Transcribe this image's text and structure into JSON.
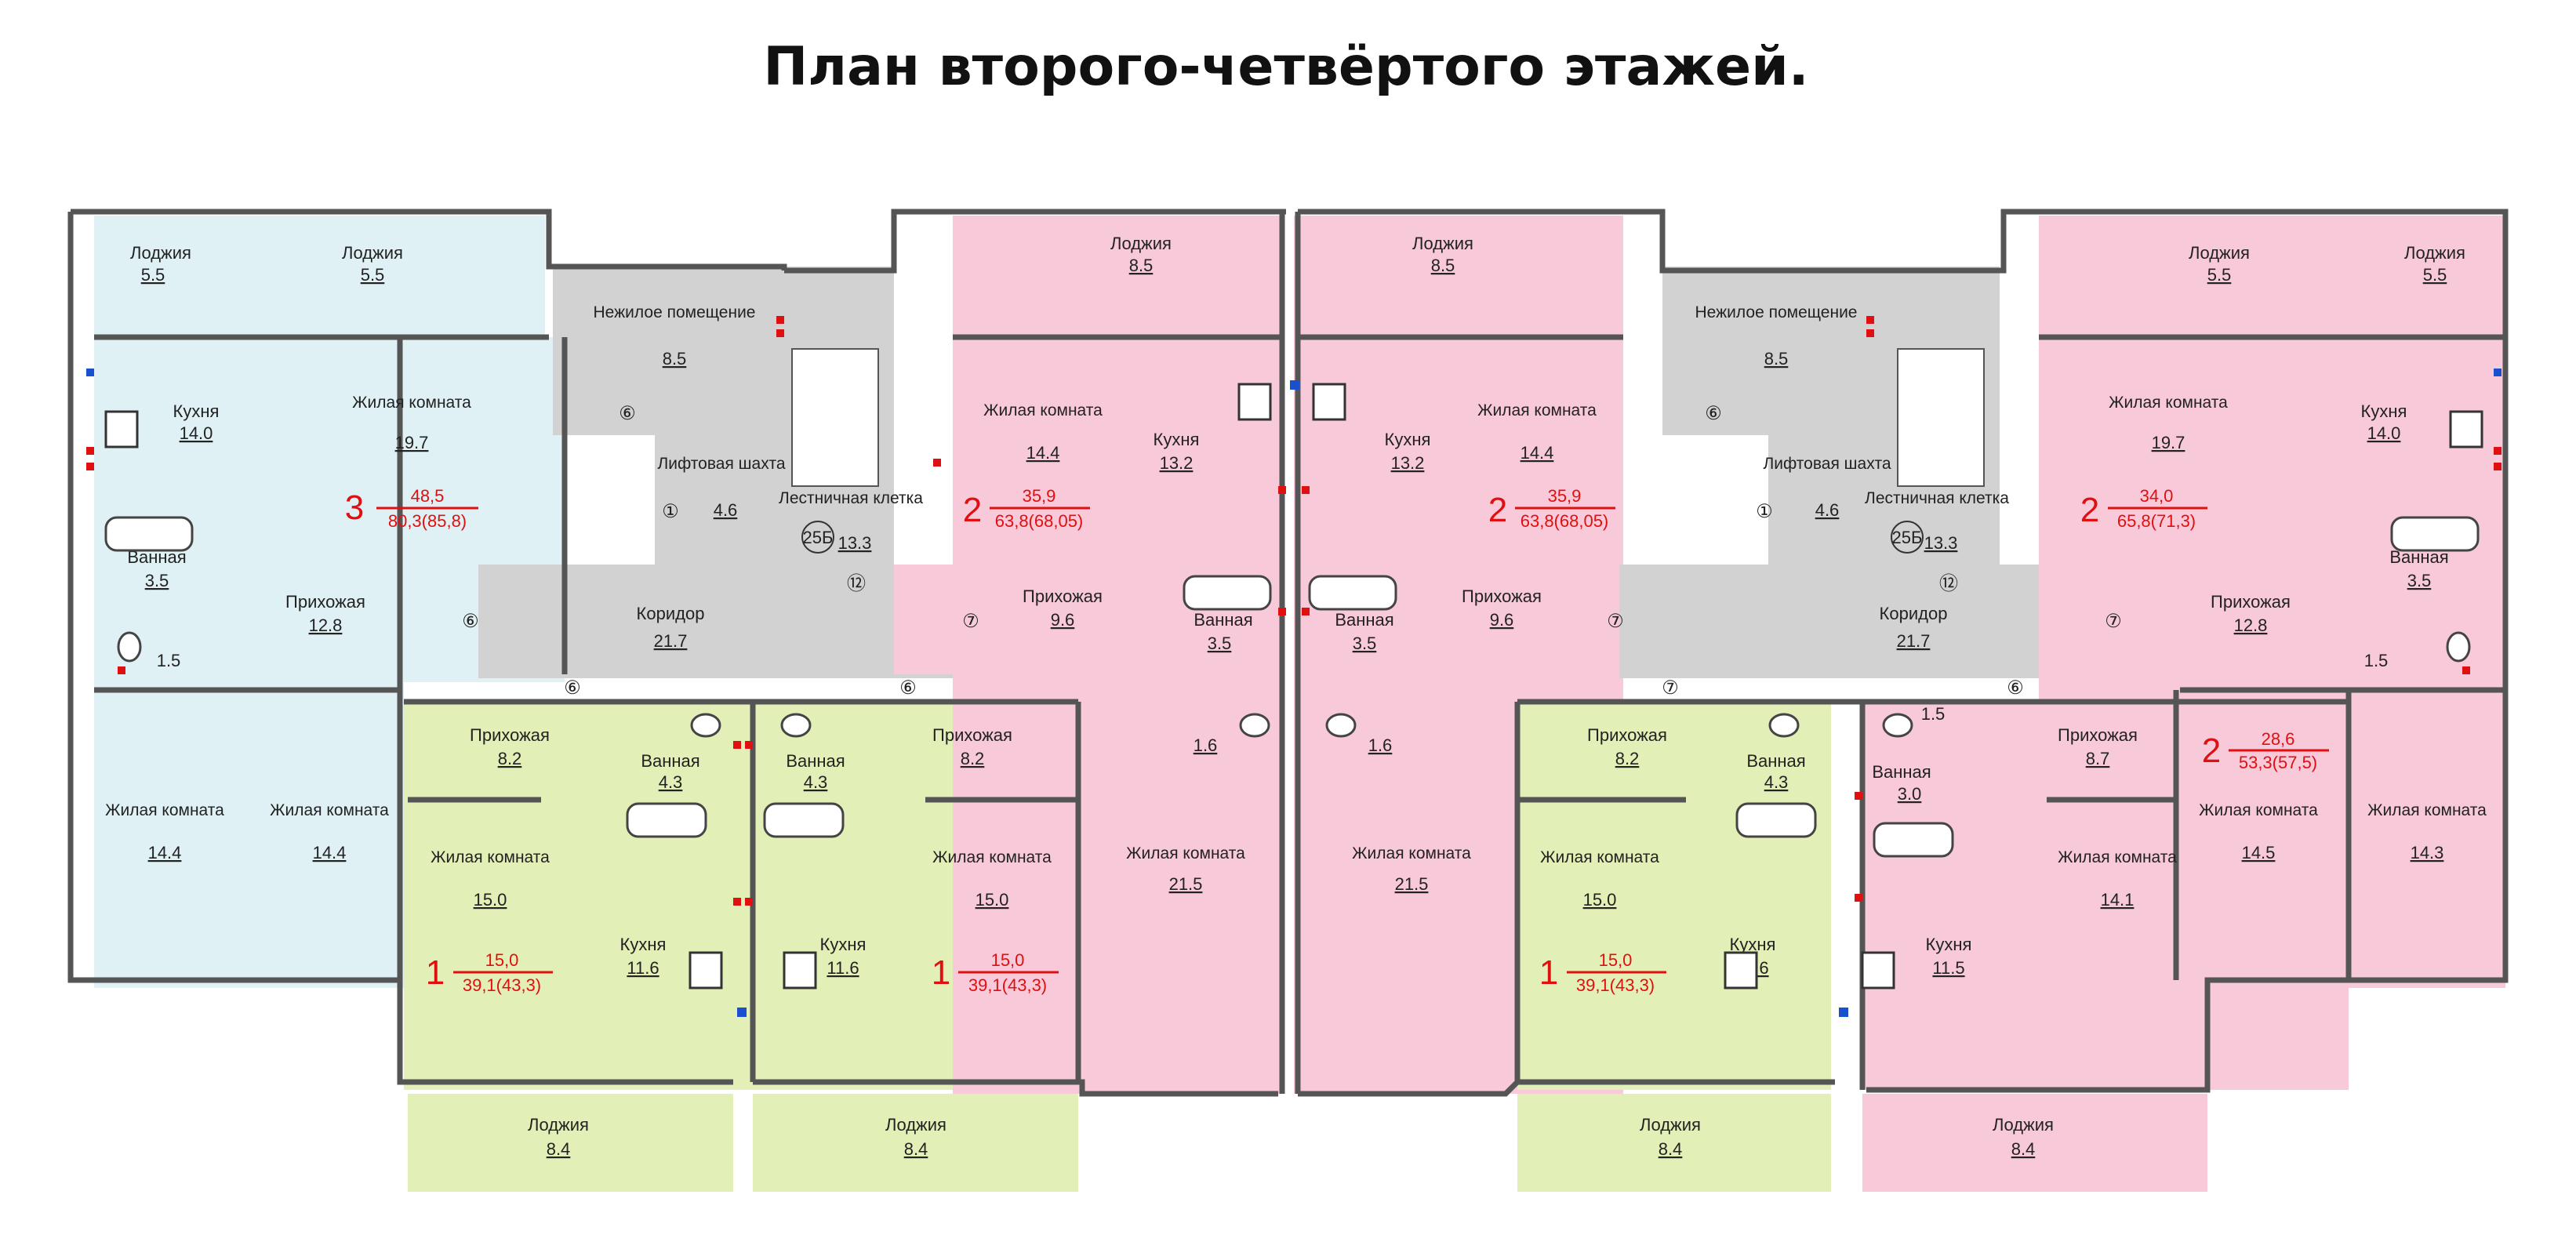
{
  "title": "План второго-четвёртого этажей.",
  "colors": {
    "apt3": "#dff1f5",
    "apt2": "#f8c9d9",
    "apt1": "#e2efb6",
    "common": "#d2d2d2",
    "wall": "#555555",
    "accent": "#e01010",
    "marker_blue": "#1a4fd0"
  },
  "rooms": [
    {
      "name": "Лоджия",
      "area": "5.5"
    },
    {
      "name": "Лоджия",
      "area": "5.5"
    },
    {
      "name": "Кухня",
      "area": "14.0"
    },
    {
      "name": "Жилая комната",
      "area": "19.7"
    },
    {
      "name": "Ванная",
      "area": "3.5"
    },
    {
      "name": "",
      "area": "1.5"
    },
    {
      "name": "Прихожая",
      "area": "12.8"
    },
    {
      "name": "Жилая комната",
      "area": "14.4"
    },
    {
      "name": "Жилая комната",
      "area": "14.4"
    },
    {
      "name": "Нежилое помещение",
      "area": "8.5"
    },
    {
      "name": "Лифтовая шахта",
      "area": "4.6"
    },
    {
      "name": "Лестничная клетка",
      "area": "13.3"
    },
    {
      "name": "Коридор",
      "area": "21.7"
    },
    {
      "name": "Прихожая",
      "area": "8.2"
    },
    {
      "name": "Ванная",
      "area": "4.3"
    },
    {
      "name": "Жилая комната",
      "area": "15.0"
    },
    {
      "name": "Кухня",
      "area": "11.6"
    },
    {
      "name": "Лоджия",
      "area": "8.4"
    },
    {
      "name": "Ванная",
      "area": "4.3"
    },
    {
      "name": "Прихожая",
      "area": "8.2"
    },
    {
      "name": "Жилая комната",
      "area": "15.0"
    },
    {
      "name": "Кухня",
      "area": "11.6"
    },
    {
      "name": "Лоджия",
      "area": "8.4"
    },
    {
      "name": "Лоджия",
      "area": "8.5"
    },
    {
      "name": "Жилая комната",
      "area": "14.4"
    },
    {
      "name": "Кухня",
      "area": "13.2"
    },
    {
      "name": "Прихожая",
      "area": "9.6"
    },
    {
      "name": "Ванная",
      "area": "3.5"
    },
    {
      "name": "",
      "area": "1.6"
    },
    {
      "name": "Жилая комната",
      "area": "21.5"
    },
    {
      "name": "Лоджия",
      "area": "8.5"
    },
    {
      "name": "Кухня",
      "area": "13.2"
    },
    {
      "name": "Жилая комната",
      "area": "14.4"
    },
    {
      "name": "Ванная",
      "area": "3.5"
    },
    {
      "name": "Прихожая",
      "area": "9.6"
    },
    {
      "name": "",
      "area": "1.6"
    },
    {
      "name": "Жилая комната",
      "area": "21.5"
    },
    {
      "name": "Нежилое помещение",
      "area": "8.5"
    },
    {
      "name": "Лифтовая шахта",
      "area": "4.6"
    },
    {
      "name": "Лестничная клетка",
      "area": "13.3"
    },
    {
      "name": "Коридор",
      "area": "21.7"
    },
    {
      "name": "Прихожая",
      "area": "8.2"
    },
    {
      "name": "Ванная",
      "area": "4.3"
    },
    {
      "name": "Жилая комната",
      "area": "15.0"
    },
    {
      "name": "Кухня",
      "area": "11.6"
    },
    {
      "name": "Лоджия",
      "area": "8.4"
    },
    {
      "name": "",
      "area": "1.5"
    },
    {
      "name": "Ванная",
      "area": "3.0"
    },
    {
      "name": "Прихожая",
      "area": "8.7"
    },
    {
      "name": "Жилая комната",
      "area": "14.1"
    },
    {
      "name": "Кухня",
      "area": "11.5"
    },
    {
      "name": "Лоджия",
      "area": "8.4"
    },
    {
      "name": "Жилая комната",
      "area": "14.5"
    },
    {
      "name": "Жилая комната",
      "area": "14.3"
    },
    {
      "name": "Лоджия",
      "area": "5.5"
    },
    {
      "name": "Лоджия",
      "area": "5.5"
    },
    {
      "name": "Жилая комната",
      "area": "19.7"
    },
    {
      "name": "Кухня",
      "area": "14.0"
    },
    {
      "name": "Прихожая",
      "area": "12.8"
    },
    {
      "name": "Ванная",
      "area": "3.5"
    },
    {
      "name": "",
      "area": "1.5"
    }
  ],
  "apartments": [
    {
      "rooms": "3",
      "living": "48,5",
      "total": "80,3(85,8)"
    },
    {
      "rooms": "2",
      "living": "35,9",
      "total": "63,8(68,05)"
    },
    {
      "rooms": "2",
      "living": "35,9",
      "total": "63,8(68,05)"
    },
    {
      "rooms": "2",
      "living": "34,0",
      "total": "65,8(71,3)"
    },
    {
      "rooms": "1",
      "living": "15,0",
      "total": "39,1(43,3)"
    },
    {
      "rooms": "1",
      "living": "15,0",
      "total": "39,1(43,3)"
    },
    {
      "rooms": "1",
      "living": "15,0",
      "total": "39,1(43,3)"
    },
    {
      "rooms": "2",
      "living": "28,6",
      "total": "53,3(57,5)"
    }
  ],
  "markers": [
    "⑥",
    "①",
    "⑫",
    "⑥",
    "⑥",
    "⑦",
    "⑥",
    "⑦",
    "⑫",
    "①",
    "⑥",
    "⑦",
    "⑥",
    "⑦"
  ],
  "stair_numbers": [
    "25Б",
    "25Б"
  ]
}
